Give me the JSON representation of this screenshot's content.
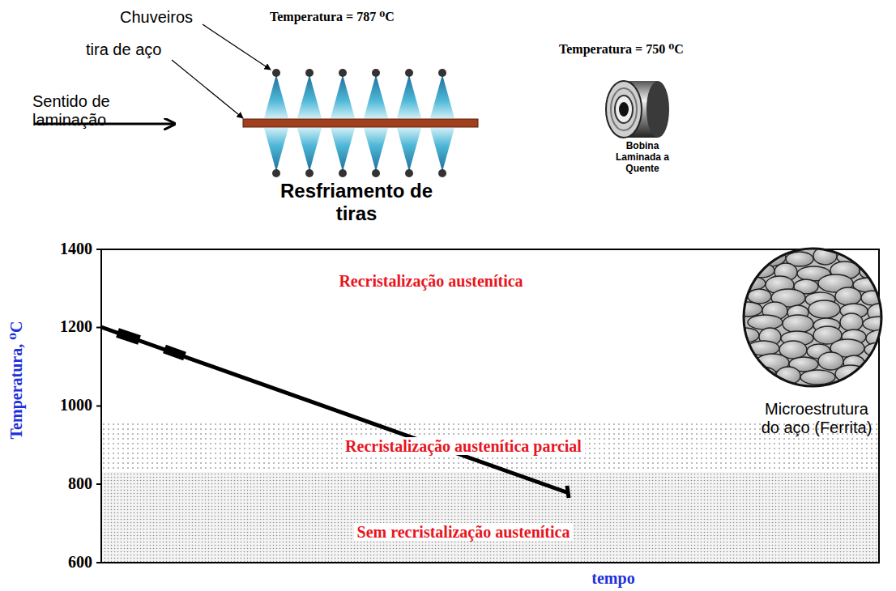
{
  "diagram": {
    "labels": [
      "Chuveiros",
      "Temperatura = 787 ⁰C",
      "tira de aço",
      "Sentido de laminação",
      "Resfriamento de tiras",
      "Temperatura = 750 ⁰C",
      "Bobina Laminada a Quente",
      "1400",
      "1200",
      "1000",
      "800",
      "600",
      "Temperatura, ⁰C",
      "Recristalização austenítica",
      "Recristalização austenítica parcial",
      "Sem recristalização austenítica",
      "tempo",
      "Microestrutura do aço (Ferrita)"
    ]
  }
}
